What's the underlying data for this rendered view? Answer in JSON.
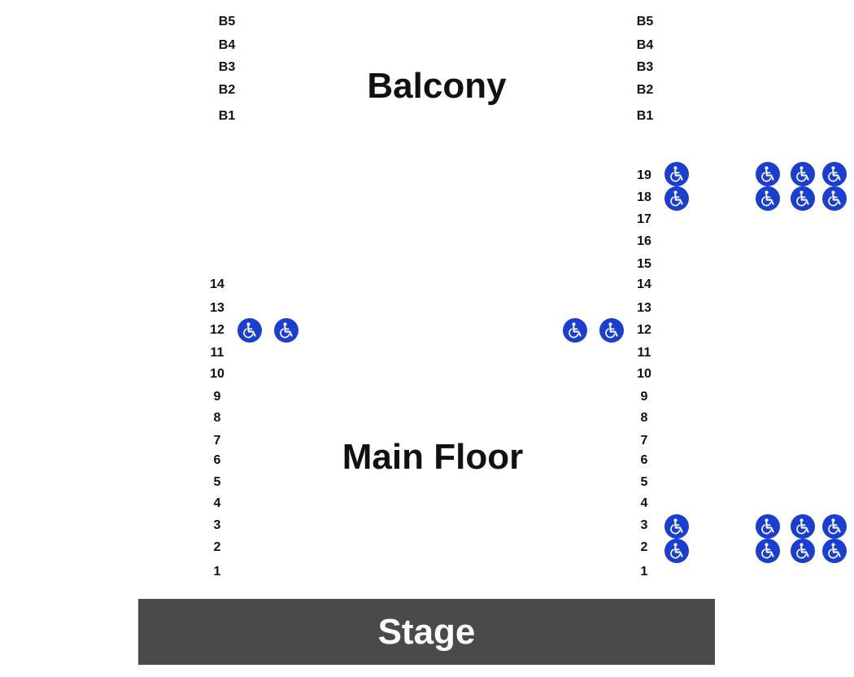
{
  "sections": {
    "balcony": "Balcony",
    "main_floor": "Main Floor",
    "stage": "Stage"
  },
  "balcony_rows": [
    "B5",
    "B4",
    "B3",
    "B2",
    "B1"
  ],
  "left_rows": [
    "14",
    "13",
    "12",
    "11",
    "10",
    "9",
    "8",
    "7",
    "6",
    "5",
    "4",
    "3",
    "2",
    "1"
  ],
  "right_rows": [
    "19",
    "18",
    "17",
    "16",
    "15",
    "14",
    "13",
    "12",
    "11",
    "10",
    "9",
    "8",
    "7",
    "6",
    "5",
    "4",
    "3",
    "2",
    "1"
  ],
  "icons": {
    "accessible_seat": "wheelchair-icon"
  },
  "colors": {
    "accessible": "#1a3fd0",
    "stage": "#4a4a4a"
  }
}
